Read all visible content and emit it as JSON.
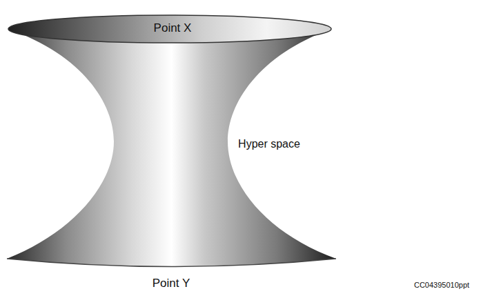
{
  "diagram": {
    "labels": [
      "Point X",
      "Hyper space",
      "Point Y",
      "CC04395010ppt"
    ]
  }
}
